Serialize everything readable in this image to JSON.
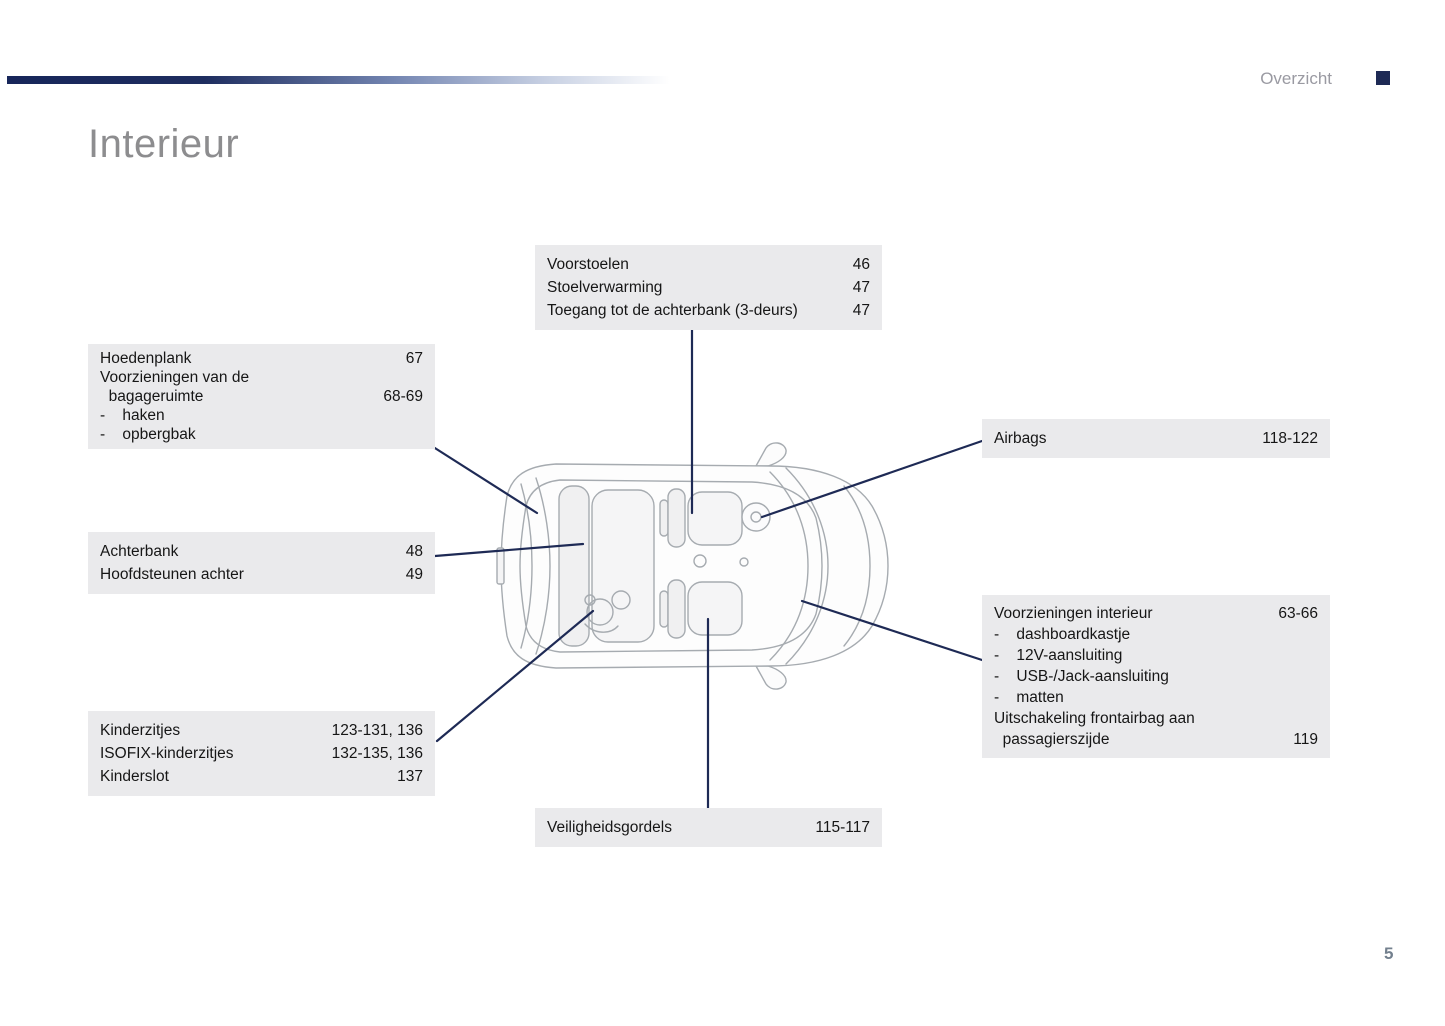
{
  "header": {
    "section": "Overzicht",
    "title": "Interieur"
  },
  "footer": {
    "page_number": "5"
  },
  "colors": {
    "accent_navy": "#1e2a55",
    "callout_background": "#eaeaec",
    "title_gray": "#8d8d8f"
  },
  "diagram": {
    "illustration": "car-top-down-interior-view"
  },
  "callouts": {
    "front_seats": {
      "rows": [
        {
          "label": "Voorstoelen",
          "pages": "46"
        },
        {
          "label": "Stoelverwarming",
          "pages": "47"
        },
        {
          "label": "Toegang tot de achterbank (3-deurs)",
          "pages": "47"
        }
      ]
    },
    "parcel_shelf": {
      "rows": [
        {
          "label": "Hoedenplank",
          "pages": "67"
        },
        {
          "label": "Voorzieningen van de\n  bagageruimte",
          "pages": "68-69"
        },
        {
          "label": "-    haken",
          "pages": ""
        },
        {
          "label": "-    opbergbak",
          "pages": ""
        }
      ]
    },
    "airbags": {
      "rows": [
        {
          "label": "Airbags",
          "pages": "118-122"
        }
      ]
    },
    "rear_bench": {
      "rows": [
        {
          "label": "Achterbank",
          "pages": "48"
        },
        {
          "label": "Hoofdsteunen achter",
          "pages": "49"
        }
      ]
    },
    "interior_features": {
      "rows": [
        {
          "label": "Voorzieningen interieur",
          "pages": "63-66"
        },
        {
          "label": "-    dashboardkastje",
          "pages": ""
        },
        {
          "label": "-    12V-aansluiting",
          "pages": ""
        },
        {
          "label": "-    USB-/Jack-aansluiting",
          "pages": ""
        },
        {
          "label": "-    matten",
          "pages": ""
        },
        {
          "label": "Uitschakeling frontairbag aan\n  passagierszijde",
          "pages": "119"
        }
      ]
    },
    "child_seats": {
      "rows": [
        {
          "label": "Kinderzitjes",
          "pages": "123-131, 136"
        },
        {
          "label": "ISOFIX-kinderzitjes",
          "pages": "132-135, 136"
        },
        {
          "label": "Kinderslot",
          "pages": "137"
        }
      ]
    },
    "seat_belts": {
      "rows": [
        {
          "label": "Veiligheidsgordels",
          "pages": "115-117"
        }
      ]
    }
  }
}
